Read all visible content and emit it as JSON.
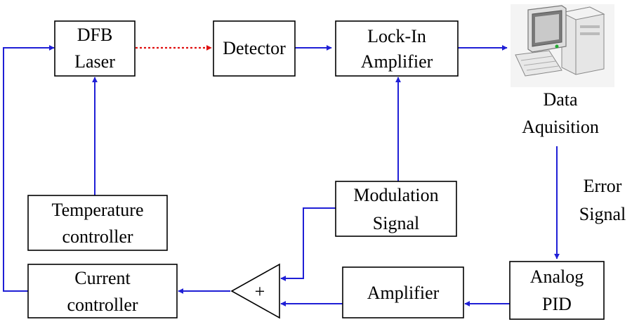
{
  "blocks": {
    "dfb_laser": [
      "DFB",
      "Laser"
    ],
    "detector": "Detector",
    "lockin": [
      "Lock-In",
      "Amplifier"
    ],
    "data_acq": [
      "Data",
      "Aquisition"
    ],
    "temp_ctrl": [
      "Temperature",
      "controller"
    ],
    "mod_signal": [
      "Modulation",
      "Signal"
    ],
    "error_signal": [
      "Error",
      "Signal"
    ],
    "current_ctrl": [
      "Current",
      "controller"
    ],
    "summer": "+",
    "amplifier": "Amplifier",
    "pid": [
      "Analog",
      "PID"
    ]
  },
  "colors": {
    "wire": "#1f1fd6",
    "optical": "#e01010",
    "box": "#000000"
  },
  "icons": {
    "computer": "computer-icon"
  }
}
